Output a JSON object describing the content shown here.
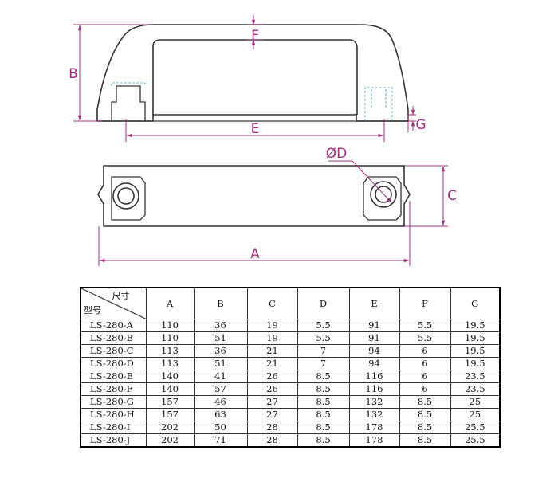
{
  "drawing": {
    "labels": {
      "A": "A",
      "B": "B",
      "C": "C",
      "D": "ØD",
      "E": "E",
      "F": "F",
      "G": "G"
    },
    "colors": {
      "outline": "#333333",
      "dimension": "#a0307a",
      "hidden": "#6fb8d6"
    }
  },
  "table": {
    "corner": {
      "top": "尺寸",
      "bottom": "型号"
    },
    "headers": [
      "A",
      "B",
      "C",
      "D",
      "E",
      "F",
      "G"
    ],
    "rows": [
      {
        "model": "LS-280-A",
        "values": [
          "110",
          "36",
          "19",
          "5.5",
          "91",
          "5.5",
          "19.5"
        ]
      },
      {
        "model": "LS-280-B",
        "values": [
          "110",
          "51",
          "19",
          "5.5",
          "91",
          "5.5",
          "19.5"
        ]
      },
      {
        "model": "LS-280-C",
        "values": [
          "113",
          "36",
          "21",
          "7",
          "94",
          "6",
          "19.5"
        ]
      },
      {
        "model": "LS-280-D",
        "values": [
          "113",
          "51",
          "21",
          "7",
          "94",
          "6",
          "19.5"
        ]
      },
      {
        "model": "LS-280-E",
        "values": [
          "140",
          "41",
          "26",
          "8.5",
          "116",
          "6",
          "23.5"
        ]
      },
      {
        "model": "LS-280-F",
        "values": [
          "140",
          "57",
          "26",
          "8.5",
          "116",
          "6",
          "23.5"
        ]
      },
      {
        "model": "LS-280-G",
        "values": [
          "157",
          "46",
          "27",
          "8.5",
          "132",
          "8.5",
          "25"
        ]
      },
      {
        "model": "LS-280-H",
        "values": [
          "157",
          "63",
          "27",
          "8.5",
          "132",
          "8.5",
          "25"
        ]
      },
      {
        "model": "LS-280-I",
        "values": [
          "202",
          "50",
          "28",
          "8.5",
          "178",
          "8.5",
          "25.5"
        ]
      },
      {
        "model": "LS-280-J",
        "values": [
          "202",
          "71",
          "28",
          "8.5",
          "178",
          "8.5",
          "25.5"
        ]
      }
    ]
  }
}
